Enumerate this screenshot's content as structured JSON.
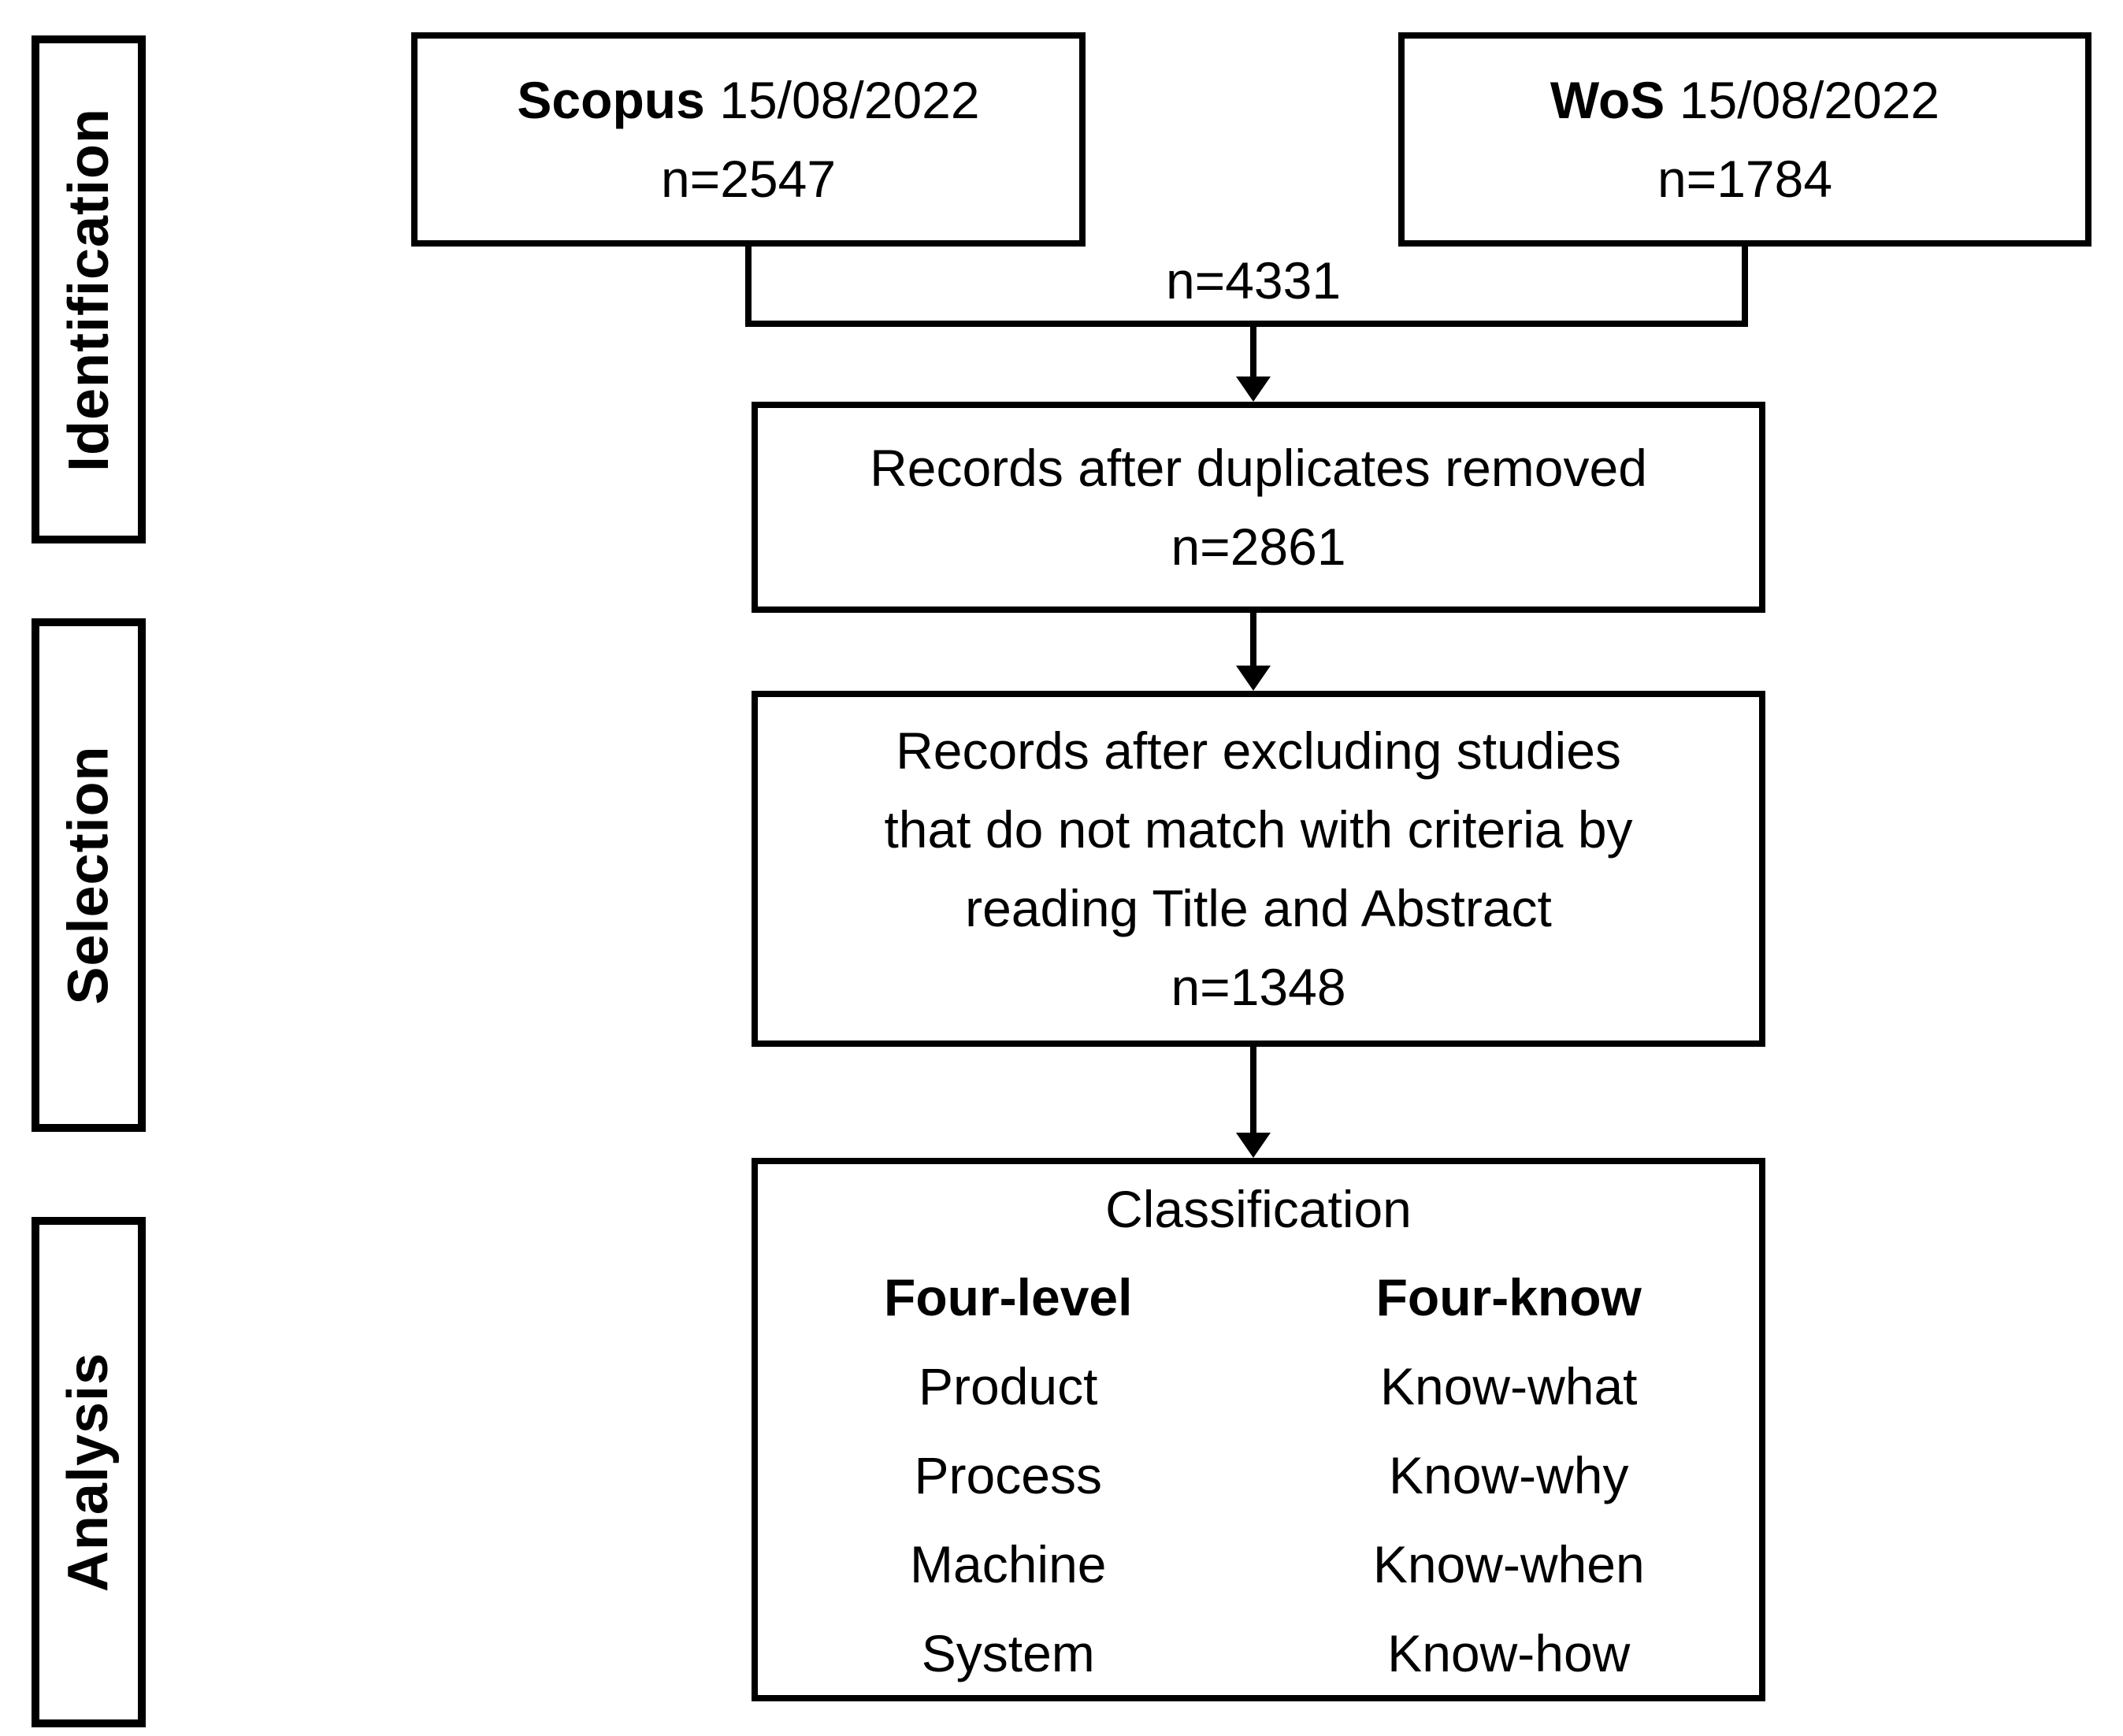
{
  "diagram": {
    "stages": [
      {
        "label": "Identification"
      },
      {
        "label": "Selection"
      },
      {
        "label": "Analysis"
      }
    ],
    "sources": [
      {
        "name": "Scopus",
        "date": "15/08/2022",
        "count": "n=2547"
      },
      {
        "name": "WoS",
        "date": "15/08/2022",
        "count": "n=1784"
      }
    ],
    "merge_label": "n=4331",
    "steps": [
      {
        "lines": [
          "Records after duplicates removed"
        ],
        "count": "n=2861"
      },
      {
        "lines": [
          "Records after excluding studies",
          "that do not match with criteria by",
          "reading Title and Abstract"
        ],
        "count": "n=1348"
      }
    ],
    "classification": {
      "title": "Classification",
      "columns": [
        {
          "header": "Four-level",
          "items": [
            "Product",
            "Process",
            "Machine",
            "System"
          ]
        },
        {
          "header": "Four-know",
          "items": [
            "Know-what",
            "Know-why",
            "Know-when",
            "Know-how"
          ]
        }
      ]
    },
    "colors": {
      "line": "#000000",
      "background": "#ffffff",
      "text": "#000000"
    }
  }
}
